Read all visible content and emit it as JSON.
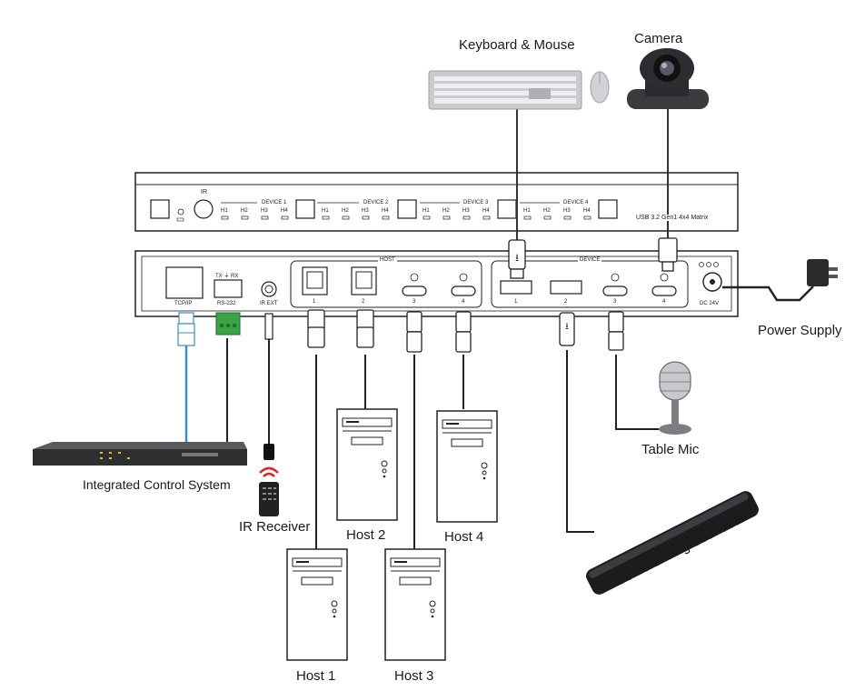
{
  "device": {
    "front": {
      "ir_label": "IR",
      "groups": [
        {
          "label": "DEVICE 1",
          "leds": [
            "H1",
            "H2",
            "H3",
            "H4"
          ]
        },
        {
          "label": "DEVICE 2",
          "leds": [
            "H1",
            "H2",
            "H3",
            "H4"
          ]
        },
        {
          "label": "DEVICE 3",
          "leds": [
            "H1",
            "H2",
            "H3",
            "H4"
          ]
        },
        {
          "label": "DEVICE 4",
          "leds": [
            "H1",
            "H2",
            "H3",
            "H4"
          ]
        }
      ],
      "model": "USB 3.2 Gen1 4x4 Matrix"
    },
    "rear": {
      "tcpip": "TCP/IP",
      "rs232_top": "TX ⏚ RX",
      "rs232": "RS-232",
      "irext": "IR EXT",
      "host_label": "HOST",
      "host_ports": [
        "1",
        "2",
        "3",
        "4"
      ],
      "device_label": "DEVICE",
      "device_ports": [
        "1",
        "2",
        "3",
        "4"
      ],
      "dc": "DC 24V"
    }
  },
  "labels": {
    "keyboard": "Keyboard & Mouse",
    "camera": "Camera",
    "power": "Power Supply",
    "mic": "Table Mic",
    "control": "Integrated Control System",
    "ir_receiver": "IR Receiver",
    "host1": "Host 1",
    "host2": "Host 2",
    "host3": "Host 3",
    "host4": "Host 4",
    "soundbar": "Conferencing Soundbar"
  },
  "colors": {
    "network_cable": "#3a8fc4",
    "terminal_block": "#3aa346",
    "ir_red": "#d9262b"
  }
}
